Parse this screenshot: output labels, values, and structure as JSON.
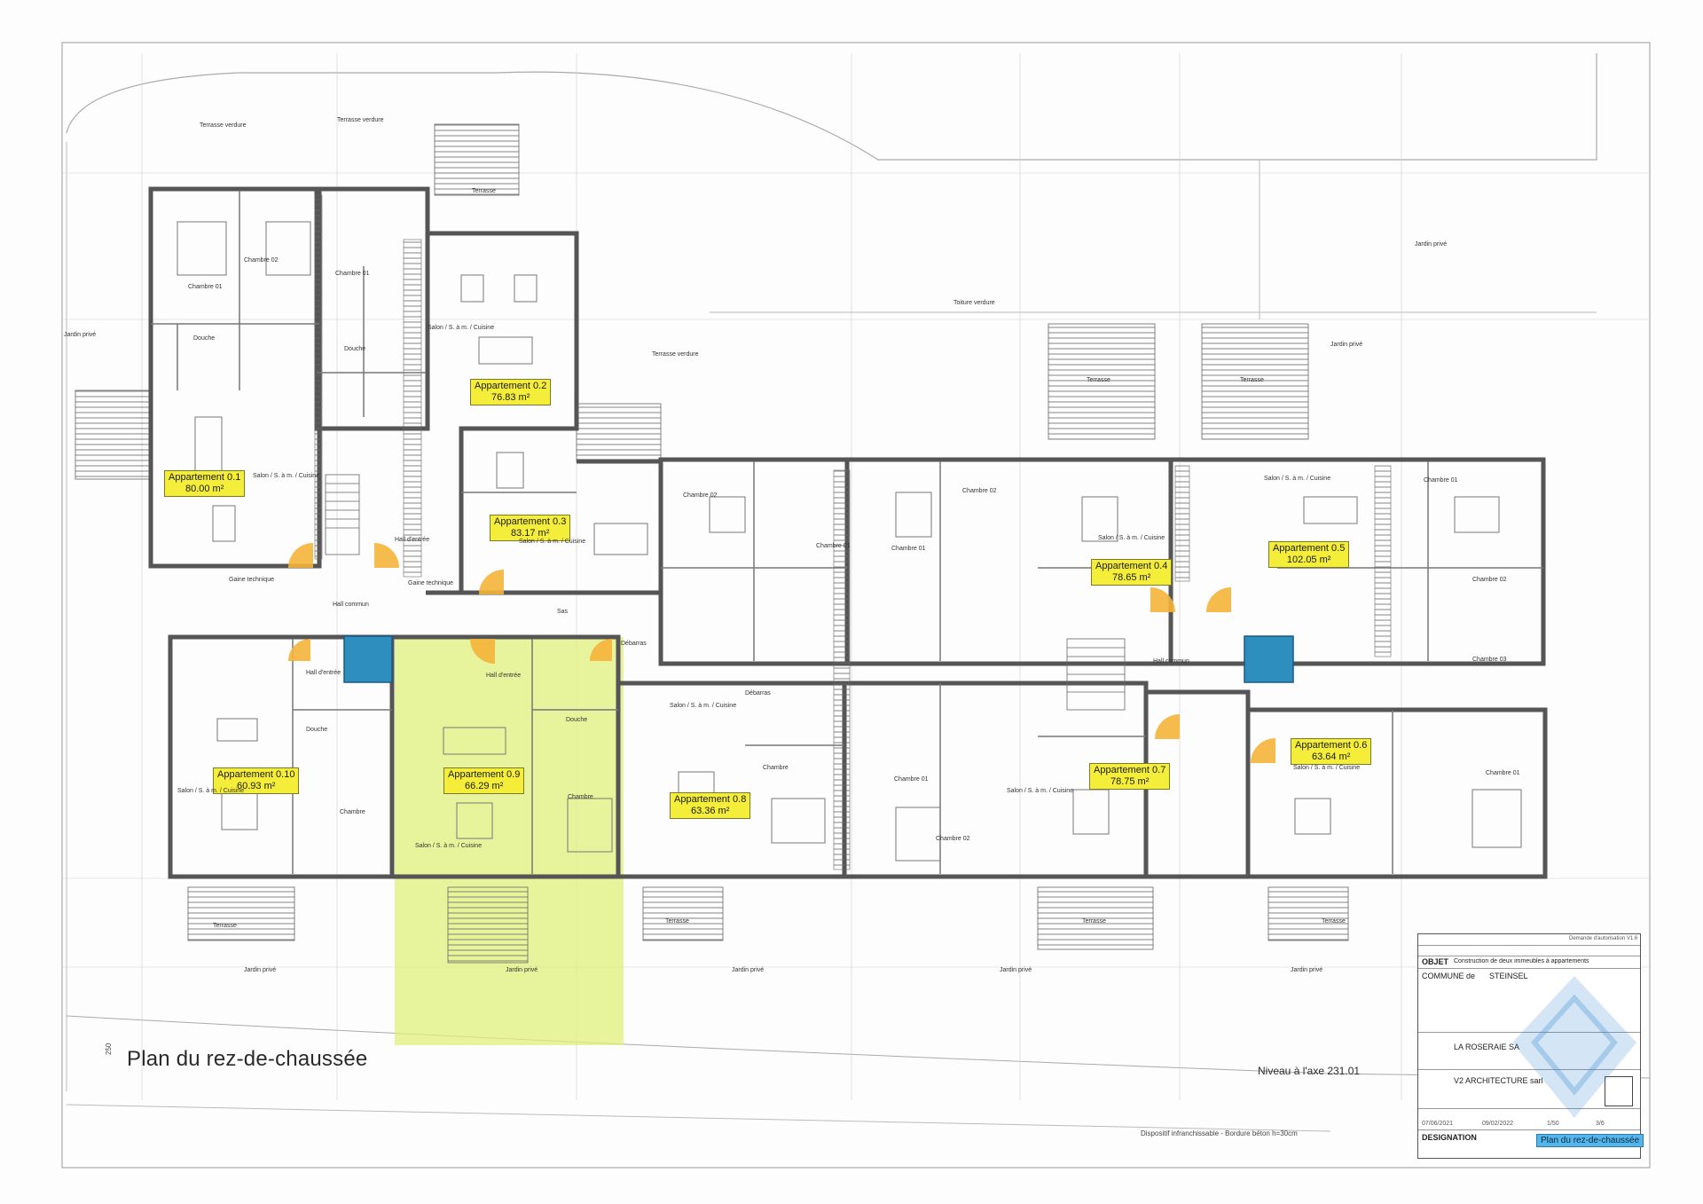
{
  "plan": {
    "title": "Plan du rez-de-chaussée",
    "niveau": "Niveau à l'axe 231.01",
    "dispositif": "Dispositif infranchissable - Bordure béton h=30cm",
    "scale_mark": "250"
  },
  "apartments": [
    {
      "name": "Appartement 0.1",
      "area": "80.00 m²"
    },
    {
      "name": "Appartement 0.2",
      "area": "76.83 m²"
    },
    {
      "name": "Appartement 0.3",
      "area": "83.17 m²"
    },
    {
      "name": "Appartement 0.4",
      "area": "78.65 m²"
    },
    {
      "name": "Appartement 0.5",
      "area": "102.05 m²"
    },
    {
      "name": "Appartement 0.6",
      "area": "63.64 m²"
    },
    {
      "name": "Appartement 0.7",
      "area": "78.75 m²"
    },
    {
      "name": "Appartement 0.8",
      "area": "63.36 m²"
    },
    {
      "name": "Appartement 0.9",
      "area": "66.29 m²"
    },
    {
      "name": "Appartement 0.10",
      "area": "60.93 m²"
    }
  ],
  "rooms": {
    "terrasse_verdure": "Terrasse verdure",
    "toiture_verdure": "Toiture verdure",
    "jardin_prive": "Jardin privé",
    "terrasse": "Terrasse",
    "chambre_01": "Chambre 01",
    "chambre_02": "Chambre 02",
    "chambre_03": "Chambre 03",
    "chambre": "Chambre",
    "salon": "Salon / S. à m. / Cuisine",
    "douche": "Douche",
    "hall_commun": "Hall commun",
    "hall_entree": "Hall d'entrée",
    "gaine_technique": "Gaine technique",
    "sas": "Sas",
    "debarras": "Débarras"
  },
  "title_block": {
    "objet_label": "OBJET",
    "objet_text": "Construction de deux immeubles à appartements",
    "commune_label": "COMMUNE de",
    "commune": "STEINSEL",
    "owner": "LA ROSERAIE SA",
    "architect": "V2 ARCHITECTURE sarl",
    "date_demande": "07/06/2021",
    "date_modif": "09/02/2022",
    "echelle": "1/50",
    "plan_no": "3/6",
    "designation_label": "DESIGNATION",
    "designation": "Plan du rez-de-chaussée",
    "type_plan": "Demande d'autorisation V1.6"
  },
  "colors": {
    "wall": "#555555",
    "line": "#9a9a9a",
    "apt_label": "#f4ee3a",
    "highlight": "#dff07a",
    "stair_blue": "#2e8fbf",
    "door_orange": "#f5b43a",
    "designation_blue": "#55b6ea"
  }
}
